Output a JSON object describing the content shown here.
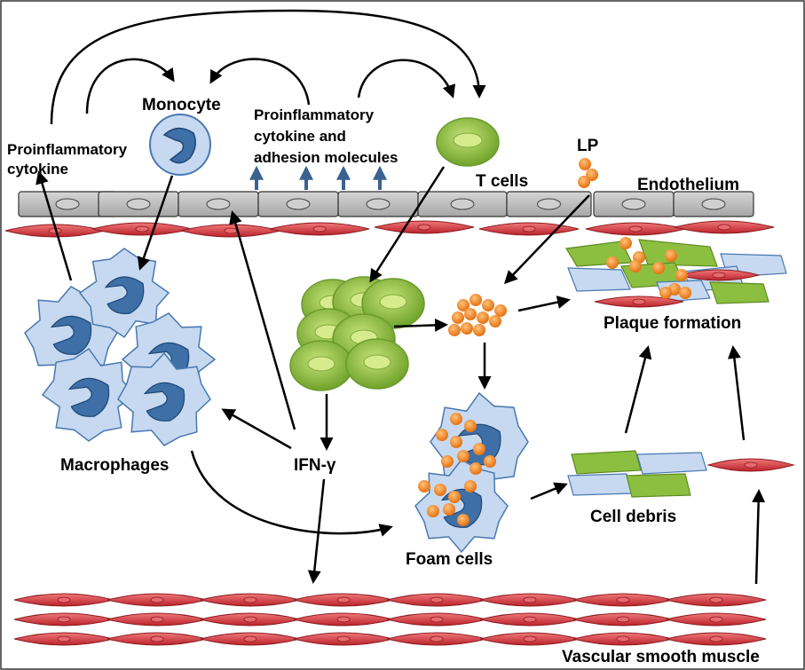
{
  "labels": {
    "monocyte": "Monocyte",
    "proinflammatory_cytokine_line1": "Proinflammatory",
    "proinflammatory_cytokine_line2": "cytokine",
    "adhesion_line1": "Proinflammatory",
    "adhesion_line2": "cytokine and",
    "adhesion_line3": "adhesion molecules",
    "t_cells": "T cells",
    "lp": "LP",
    "endothelium": "Endothelium",
    "plaque_formation": "Plaque formation",
    "macrophages": "Macrophages",
    "ifn_gamma": "IFN-γ",
    "foam_cells": "Foam cells",
    "cell_debris": "Cell debris",
    "vascular_smooth_muscle": "Vascular smooth muscle"
  },
  "colors": {
    "endothelium_fill": "#bfbfbf",
    "smooth_muscle": "#d8343a",
    "macrophage_fill": "#c6d9f1",
    "macrophage_nucleus": "#3e6fa6",
    "t_cell": "#8cbf3f",
    "lipoprotein": "#f0821e",
    "arrow": "#000000",
    "up_arrow": "#3a6290"
  }
}
